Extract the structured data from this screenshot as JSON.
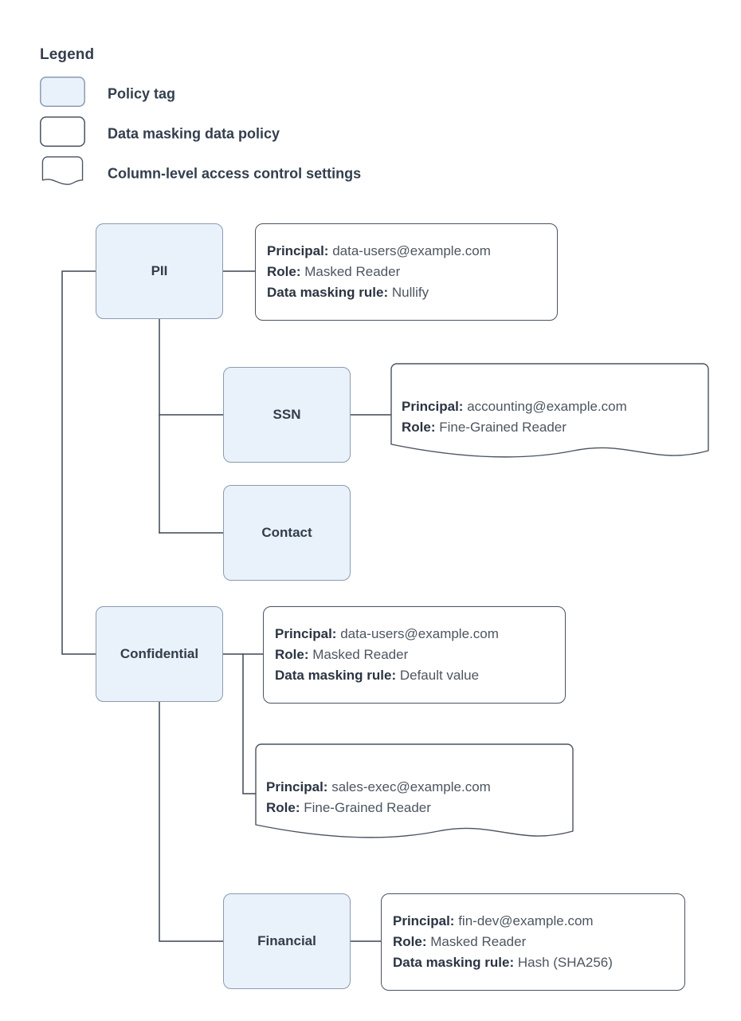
{
  "legend": {
    "title": "Legend",
    "items": [
      {
        "label": "Policy tag",
        "swatch": "policy-tag-swatch"
      },
      {
        "label": "Data masking data policy",
        "swatch": "data-policy-swatch"
      },
      {
        "label": "Column-level access control settings",
        "swatch": "column-access-swatch"
      }
    ]
  },
  "colors": {
    "tag_fill": "#e9f1fb",
    "tag_border": "#8c9bb0",
    "card_border": "#4a5360",
    "label_text": "#2b3442",
    "value_text": "#4d5560",
    "connector": "#3d4754"
  },
  "nodes": [
    {
      "id": "pii",
      "label": "PII"
    },
    {
      "id": "ssn",
      "label": "SSN"
    },
    {
      "id": "contact",
      "label": "Contact"
    },
    {
      "id": "confidential",
      "label": "Confidential"
    },
    {
      "id": "financial",
      "label": "Financial"
    }
  ],
  "cards": [
    {
      "id": "pii-policy",
      "shape": "rounded",
      "for": "PII",
      "rows": [
        {
          "label": "Principal:",
          "value": "data-users@example.com"
        },
        {
          "label": "Role:",
          "value": "Masked Reader"
        },
        {
          "label": "Data masking rule:",
          "value": "Nullify"
        }
      ]
    },
    {
      "id": "ssn-access",
      "shape": "wavy",
      "for": "SSN",
      "rows": [
        {
          "label": "Principal:",
          "value": "accounting@example.com"
        },
        {
          "label": "Role:",
          "value": "Fine-Grained Reader"
        }
      ]
    },
    {
      "id": "confidential-policy",
      "shape": "rounded",
      "for": "Confidential",
      "rows": [
        {
          "label": "Principal:",
          "value": "data-users@example.com"
        },
        {
          "label": "Role:",
          "value": "Masked Reader"
        },
        {
          "label": "Data masking rule:",
          "value": "Default value"
        }
      ]
    },
    {
      "id": "confidential-access",
      "shape": "wavy",
      "for": "Confidential",
      "rows": [
        {
          "label": "Principal:",
          "value": "sales-exec@example.com"
        },
        {
          "label": "Role:",
          "value": "Fine-Grained Reader"
        }
      ]
    },
    {
      "id": "financial-policy",
      "shape": "rounded",
      "for": "Financial",
      "rows": [
        {
          "label": "Principal:",
          "value": "fin-dev@example.com"
        },
        {
          "label": "Role:",
          "value": "Masked Reader"
        },
        {
          "label": "Data masking rule:",
          "value": "Hash (SHA256)"
        }
      ]
    }
  ]
}
